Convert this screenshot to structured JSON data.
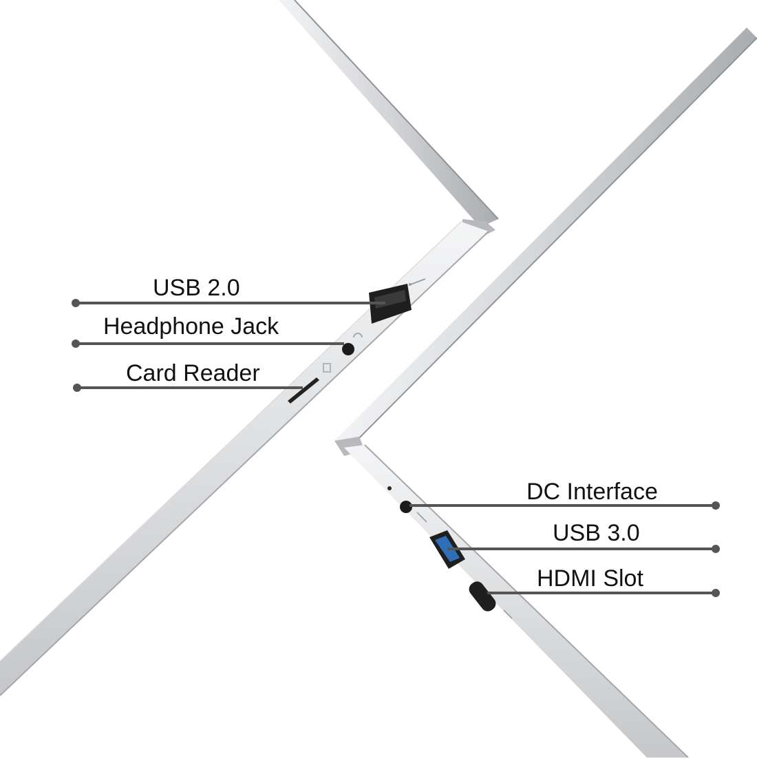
{
  "left_laptop": {
    "ports": [
      {
        "id": "usb-2-0",
        "label": "USB 2.0"
      },
      {
        "id": "headphone-jack",
        "label": "Headphone Jack"
      },
      {
        "id": "card-reader",
        "label": "Card Reader"
      }
    ]
  },
  "right_laptop": {
    "ports": [
      {
        "id": "dc-interface",
        "label": "DC Interface"
      },
      {
        "id": "usb-3-0",
        "label": "USB 3.0"
      },
      {
        "id": "hdmi-slot",
        "label": "HDMI Slot"
      }
    ]
  },
  "colors": {
    "background": "#ffffff",
    "aluminum_light": "#e9eaec",
    "aluminum_mid": "#c9cbce",
    "aluminum_dark": "#9ea1a5",
    "leader_line": "#555555",
    "port_black": "#1b1b1b",
    "usb3_blue": "#2f6fb8",
    "text": "#111111"
  }
}
